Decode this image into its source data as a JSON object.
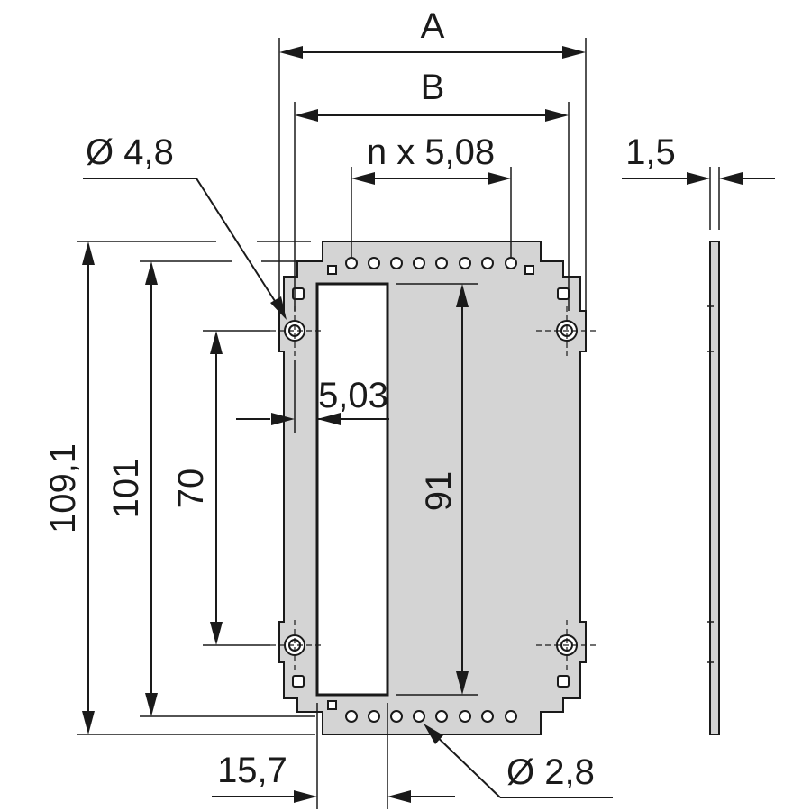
{
  "labels": {
    "width_a": "A",
    "width_b": "B",
    "pitch": "n x 5,08",
    "thickness": "1,5",
    "mount_hole_dia": "Ø 4,8",
    "small_hole_dia": "Ø 2,8",
    "slot_offset": "5,03",
    "slot_width": "15,7",
    "height_overall": "109,1",
    "height_101": "101",
    "mount_spacing": "70",
    "slot_length": "91"
  },
  "colors": {
    "plate_fill": "#d4d4d4",
    "line": "#1a1a1a",
    "background": "#ffffff"
  }
}
